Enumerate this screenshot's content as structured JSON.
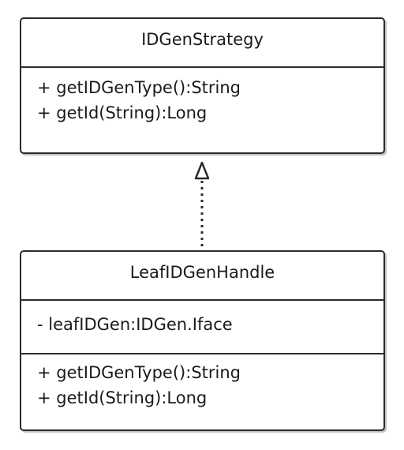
{
  "interface_class": {
    "name": "IDGenStrategy",
    "operations": [
      "+ getIDGenType():String",
      "+ getId(String):Long"
    ]
  },
  "implementing_class": {
    "name": "LeafIDGenHandle",
    "attributes": [
      "- leafIDGen:IDGen.Iface"
    ],
    "operations": [
      "+ getIDGenType():String",
      "+ getId(String):Long"
    ]
  },
  "relationship": {
    "type": "realization",
    "from": "LeafIDGenHandle",
    "to": "IDGenStrategy"
  }
}
